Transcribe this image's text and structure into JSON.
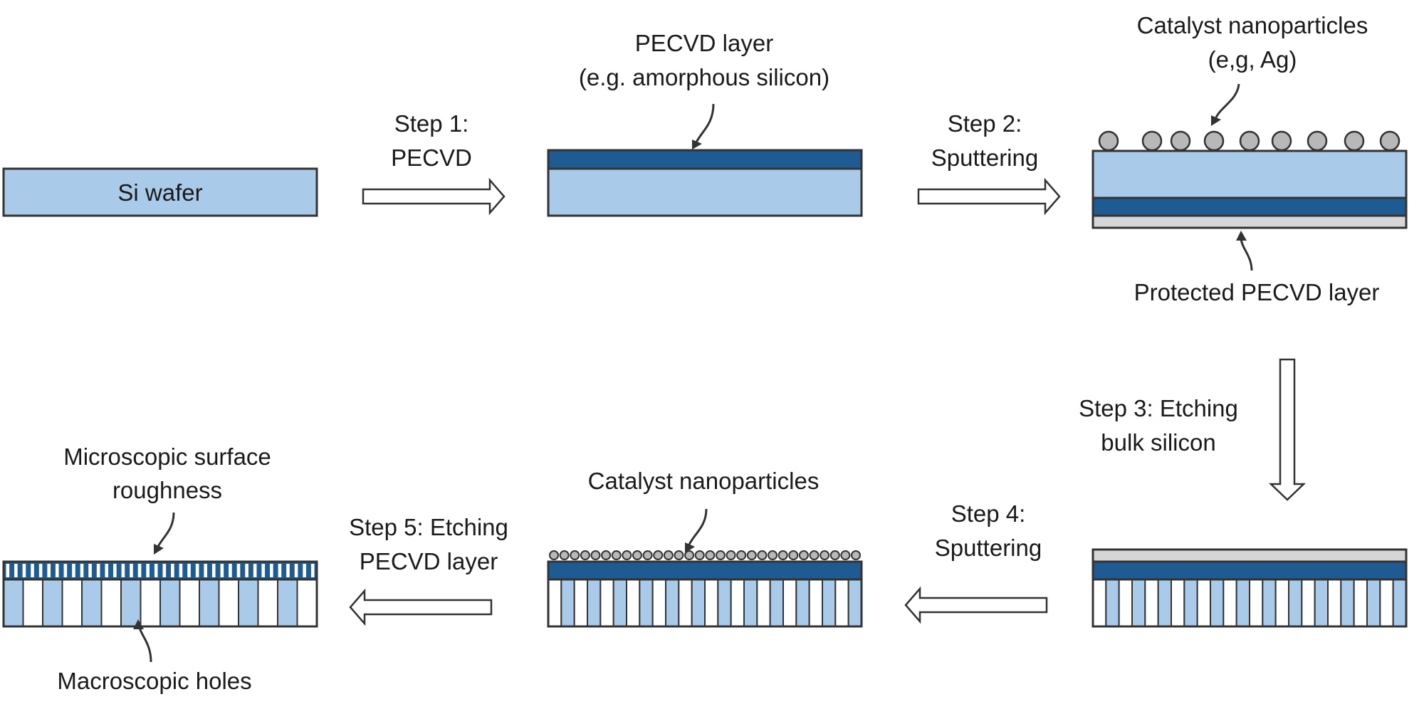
{
  "colors": {
    "wafer": "#a9cbe9",
    "pecvd": "#1f5b93",
    "protect": "#d6d6d6",
    "particle": "#b8b8b8",
    "outline": "#333333"
  },
  "labels": {
    "si_wafer": "Si wafer",
    "step1_line1": "Step 1:",
    "step1_line2": "PECVD",
    "pecvd_layer_line1": "PECVD layer",
    "pecvd_layer_line2": "(e.g. amorphous silicon)",
    "step2_line1": "Step 2:",
    "step2_line2": "Sputtering",
    "catalyst_line1": "Catalyst nanoparticles",
    "catalyst_line2": "(e,g, Ag)",
    "protected_pecvd": "Protected PECVD layer",
    "step3_line1": "Step 3: Etching",
    "step3_line2": "bulk silicon",
    "step4_line1": "Step 4:",
    "step4_line2": "Sputtering",
    "catalyst_nanoparticles": "Catalyst nanoparticles",
    "step5_line1": "Step 5: Etching",
    "step5_line2": "PECVD layer",
    "micro_line1": "Microscopic surface",
    "micro_line2": "roughness",
    "macro_holes": "Macroscopic holes"
  }
}
